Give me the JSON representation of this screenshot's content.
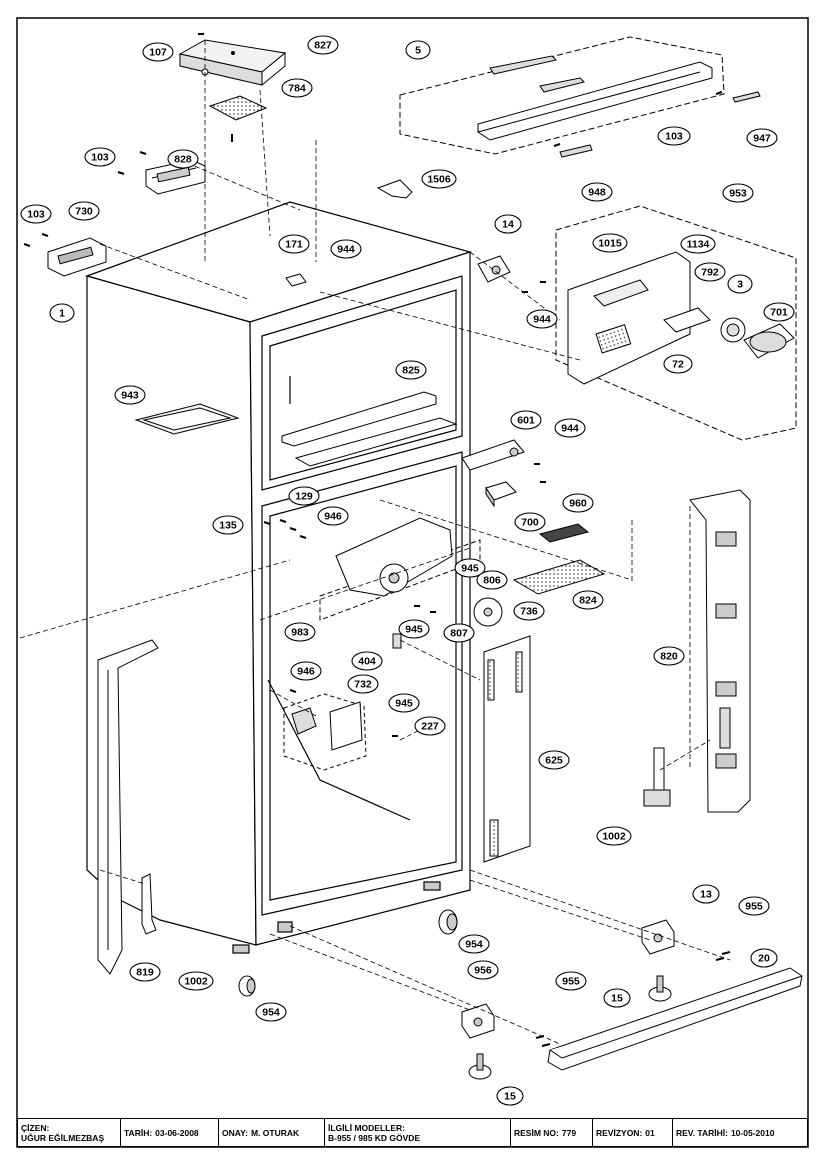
{
  "parts": [
    {
      "id": "p107",
      "label": "107"
    },
    {
      "id": "p827",
      "label": "827"
    },
    {
      "id": "p5",
      "label": "5"
    },
    {
      "id": "p784",
      "label": "784"
    },
    {
      "id": "p828",
      "label": "828"
    },
    {
      "id": "p103a",
      "label": "103"
    },
    {
      "id": "p103b",
      "label": "103"
    },
    {
      "id": "p947",
      "label": "947"
    },
    {
      "id": "p1506",
      "label": "1506"
    },
    {
      "id": "p948",
      "label": "948"
    },
    {
      "id": "p953",
      "label": "953"
    },
    {
      "id": "p103c",
      "label": "103"
    },
    {
      "id": "p730",
      "label": "730"
    },
    {
      "id": "p14",
      "label": "14"
    },
    {
      "id": "p171",
      "label": "171"
    },
    {
      "id": "p944a",
      "label": "944"
    },
    {
      "id": "p1015",
      "label": "1015"
    },
    {
      "id": "p1134",
      "label": "1134"
    },
    {
      "id": "p792",
      "label": "792"
    },
    {
      "id": "p3",
      "label": "3"
    },
    {
      "id": "p944b",
      "label": "944"
    },
    {
      "id": "p701",
      "label": "701"
    },
    {
      "id": "p1",
      "label": "1"
    },
    {
      "id": "p72",
      "label": "72"
    },
    {
      "id": "p825",
      "label": "825"
    },
    {
      "id": "p943",
      "label": "943"
    },
    {
      "id": "p601",
      "label": "601"
    },
    {
      "id": "p944c",
      "label": "944"
    },
    {
      "id": "p129",
      "label": "129"
    },
    {
      "id": "p960",
      "label": "960"
    },
    {
      "id": "p135",
      "label": "135"
    },
    {
      "id": "p946a",
      "label": "946"
    },
    {
      "id": "p700",
      "label": "700"
    },
    {
      "id": "p945a",
      "label": "945"
    },
    {
      "id": "p806",
      "label": "806"
    },
    {
      "id": "p824",
      "label": "824"
    },
    {
      "id": "p736",
      "label": "736"
    },
    {
      "id": "p983",
      "label": "983"
    },
    {
      "id": "p945b",
      "label": "945"
    },
    {
      "id": "p807",
      "label": "807"
    },
    {
      "id": "p404",
      "label": "404"
    },
    {
      "id": "p820",
      "label": "820"
    },
    {
      "id": "p946b",
      "label": "946"
    },
    {
      "id": "p732",
      "label": "732"
    },
    {
      "id": "p945c",
      "label": "945"
    },
    {
      "id": "p227",
      "label": "227"
    },
    {
      "id": "p625",
      "label": "625"
    },
    {
      "id": "p1002a",
      "label": "1002"
    },
    {
      "id": "p13",
      "label": "13"
    },
    {
      "id": "p955a",
      "label": "955"
    },
    {
      "id": "p954a",
      "label": "954"
    },
    {
      "id": "p20",
      "label": "20"
    },
    {
      "id": "p819",
      "label": "819"
    },
    {
      "id": "p1002b",
      "label": "1002"
    },
    {
      "id": "p956",
      "label": "956"
    },
    {
      "id": "p955b",
      "label": "955"
    },
    {
      "id": "p15a",
      "label": "15"
    },
    {
      "id": "p954b",
      "label": "954"
    },
    {
      "id": "p15b",
      "label": "15"
    }
  ],
  "title_block": {
    "drawn_label": "ÇİZEN:",
    "drawn_by": "UĞUR EĞİLMEZBAŞ",
    "date_label": "TARİH:",
    "date": "03-06-2008",
    "approved_label": "ONAY:",
    "approved_by": "M. OTURAK",
    "models_label": "İLGİLİ MODELLER:",
    "models": "B-955 / 985 KD GÖVDE",
    "drawing_no_label": "RESİM NO:",
    "drawing_no": "779",
    "revision_label": "REVİZYON:",
    "revision": "01",
    "rev_date_label": "REV. TARİHİ:",
    "rev_date": "10-05-2010"
  }
}
